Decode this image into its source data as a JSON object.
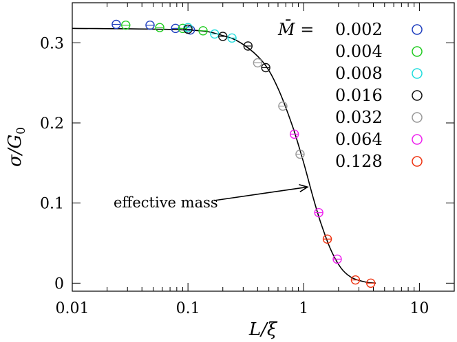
{
  "chart_data": {
    "type": "scatter",
    "x_scale": "log",
    "xlim": [
      0.01,
      20
    ],
    "ylim": [
      -0.01,
      0.35
    ],
    "xlabel": "L/ξ",
    "ylabel": "σ/G",
    "ylabel_sub": "0",
    "x_ticks": [
      {
        "value": 0.01,
        "label": "0.01"
      },
      {
        "value": 0.1,
        "label": "0.1"
      },
      {
        "value": 1,
        "label": "1"
      },
      {
        "value": 10,
        "label": "10"
      }
    ],
    "y_ticks": [
      {
        "value": 0,
        "label": "0"
      },
      {
        "value": 0.1,
        "label": "0.1"
      },
      {
        "value": 0.2,
        "label": "0.2"
      },
      {
        "value": 0.3,
        "label": "0.3"
      }
    ],
    "legend": {
      "title": "M̄ =",
      "placement": "top-right"
    },
    "series": [
      {
        "name": "0.002",
        "color": "#1f3fbf",
        "points": [
          [
            0.024,
            0.323
          ],
          [
            0.047,
            0.322
          ],
          [
            0.078,
            0.318
          ],
          [
            0.105,
            0.316
          ]
        ]
      },
      {
        "name": "0.004",
        "color": "#22cc22",
        "points": [
          [
            0.029,
            0.322
          ],
          [
            0.057,
            0.319
          ],
          [
            0.09,
            0.318
          ],
          [
            0.135,
            0.315
          ]
        ]
      },
      {
        "name": "0.008",
        "color": "#22dddd",
        "points": [
          [
            0.1,
            0.319
          ],
          [
            0.17,
            0.311
          ],
          [
            0.24,
            0.306
          ]
        ]
      },
      {
        "name": "0.016",
        "color": "#111111",
        "points": [
          [
            0.1,
            0.317
          ],
          [
            0.2,
            0.308
          ],
          [
            0.33,
            0.296
          ],
          [
            0.47,
            0.269
          ]
        ]
      },
      {
        "name": "0.032",
        "color": "#999999",
        "points": [
          [
            0.4,
            0.275
          ],
          [
            0.66,
            0.221
          ],
          [
            0.93,
            0.161
          ]
        ]
      },
      {
        "name": "0.064",
        "color": "#ee22ee",
        "points": [
          [
            0.83,
            0.186
          ],
          [
            1.35,
            0.088
          ],
          [
            1.95,
            0.03
          ]
        ]
      },
      {
        "name": "0.128",
        "color": "#ee3311",
        "points": [
          [
            1.6,
            0.055
          ],
          [
            2.8,
            0.004
          ],
          [
            3.8,
            0.0
          ]
        ]
      }
    ],
    "curve": {
      "plateau": 0.318
    },
    "annotation": {
      "text": "effective mass",
      "arrow_target": [
        1.08,
        0.12
      ]
    }
  }
}
